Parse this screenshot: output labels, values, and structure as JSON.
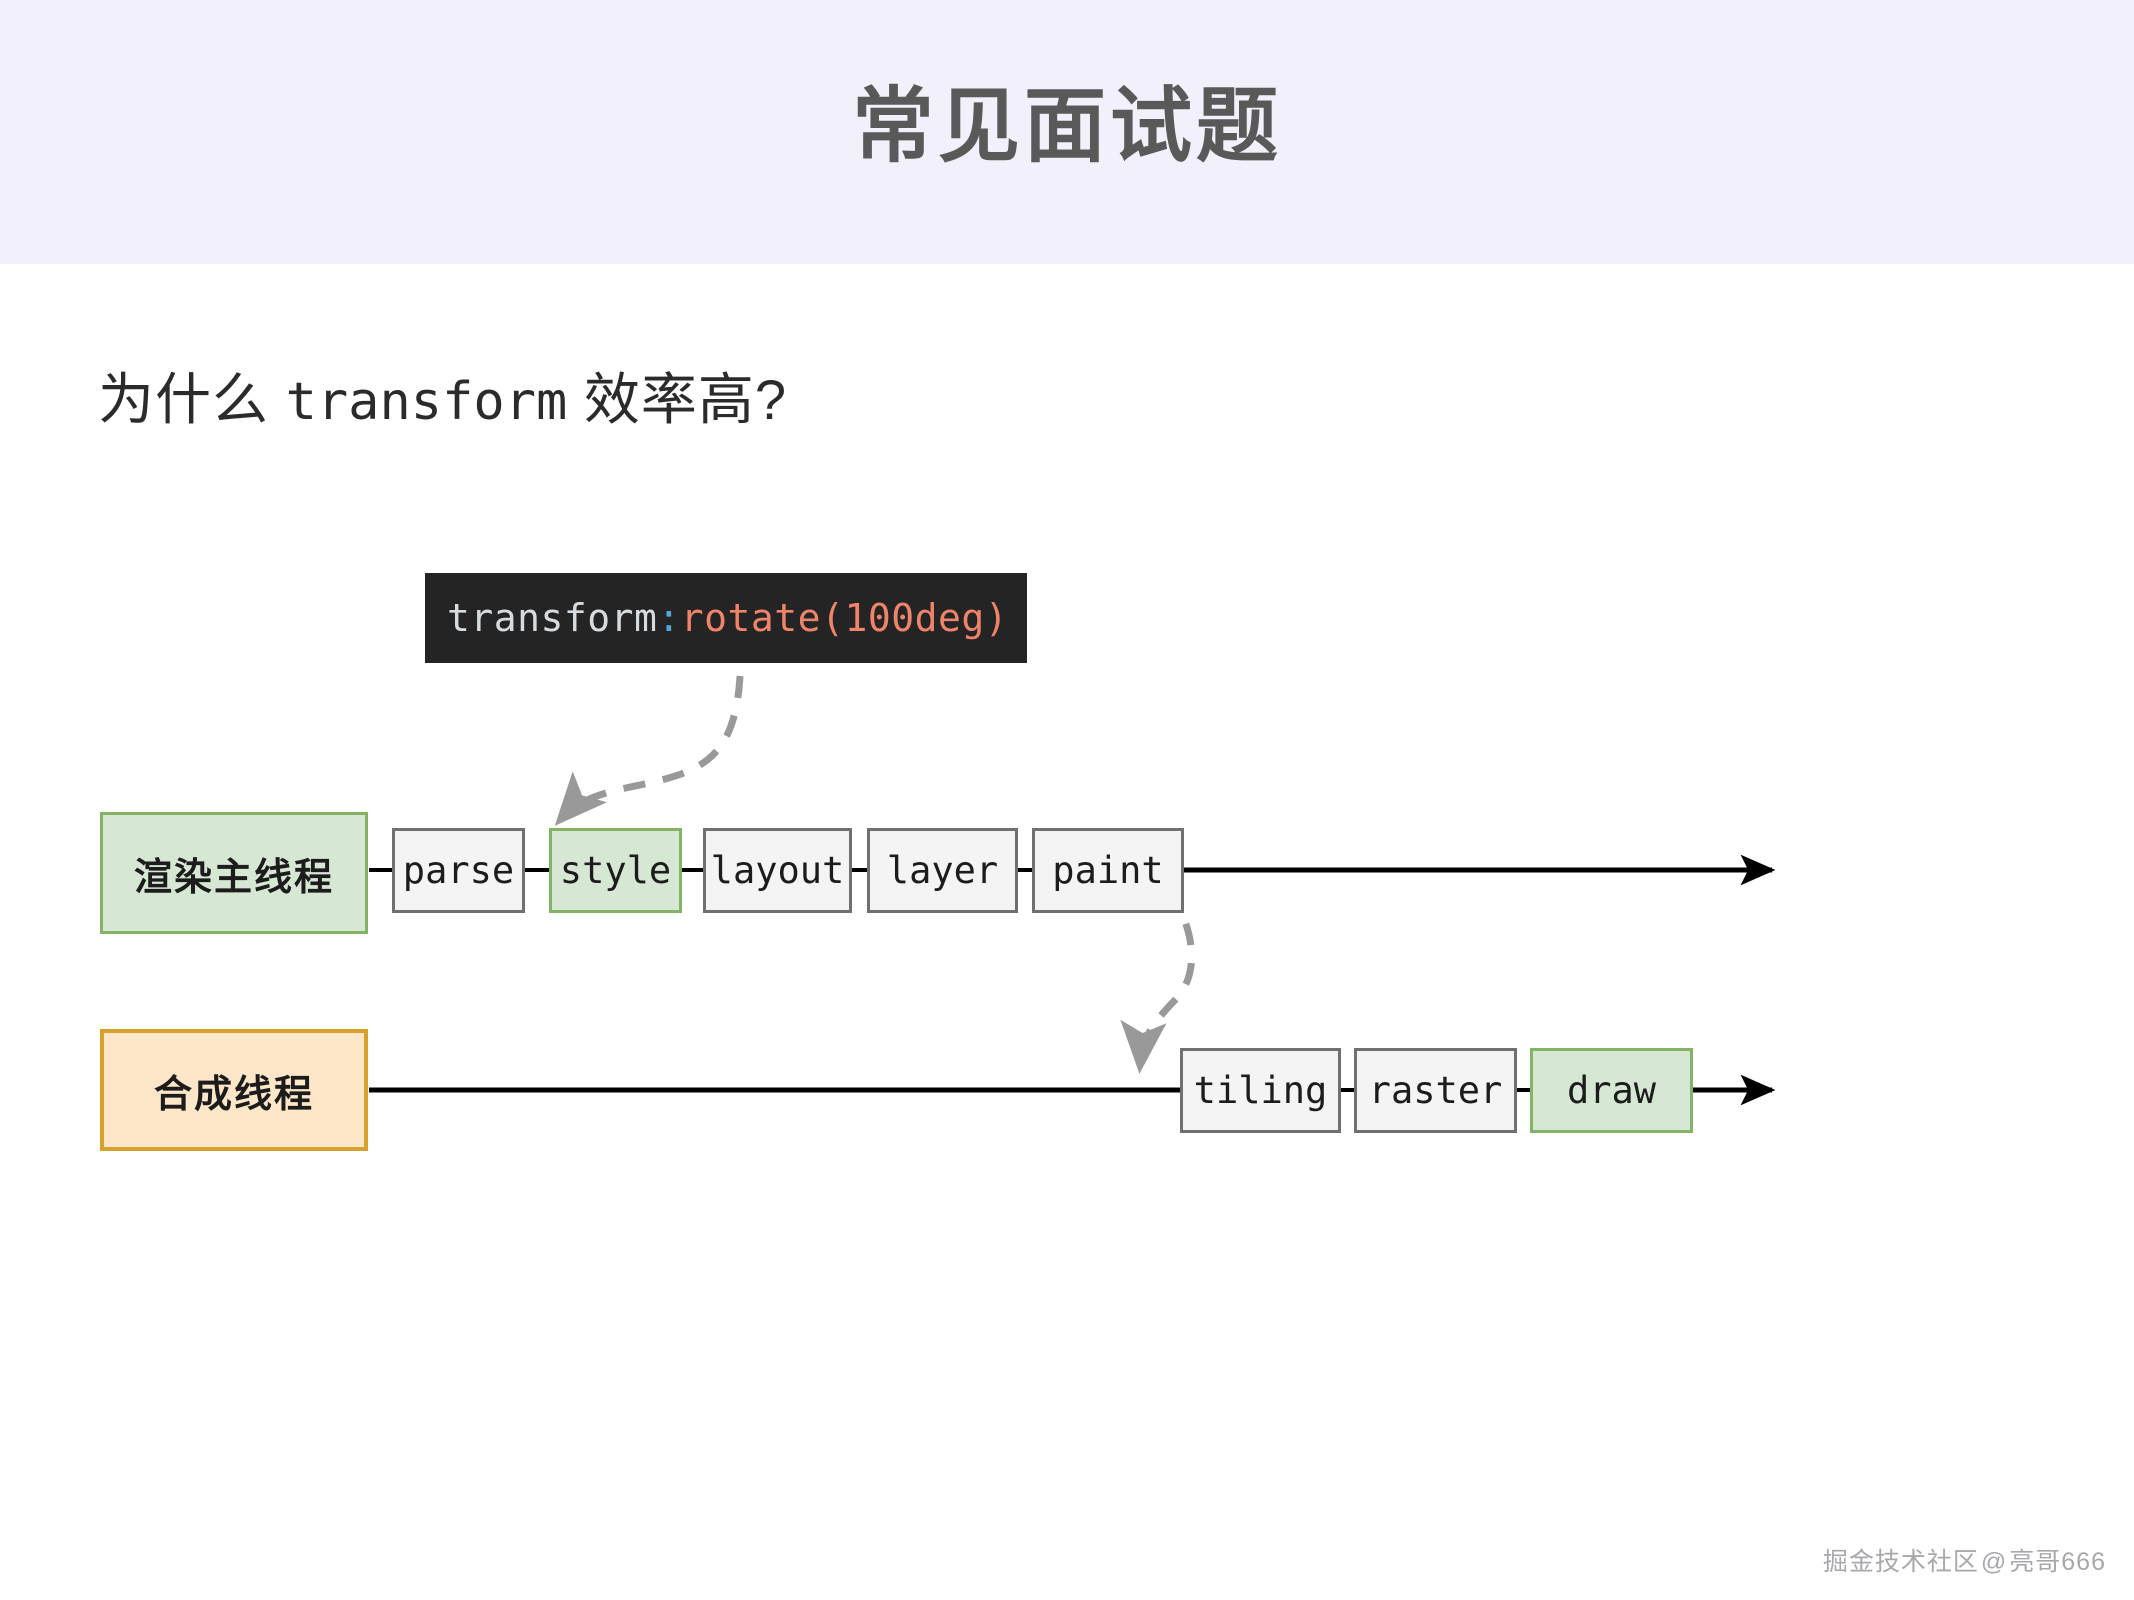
{
  "header": {
    "title": "常见面试题",
    "background_color": "#f2f1fb",
    "title_color": "#595959"
  },
  "subtitle": {
    "prefix": "为什么 ",
    "code": "transform",
    "suffix": " 效率高?"
  },
  "code_chip": {
    "property": "transform",
    "colon": ":",
    "value": " rotate(100deg)",
    "background_color": "#242424",
    "property_color": "#d6dbe0",
    "colon_color": "#56a5d8",
    "value_color": "#f0846a"
  },
  "diagram": {
    "rows": [
      {
        "thread_label": "渲染主线程",
        "thread_style": "green",
        "steps": [
          {
            "label": "parse",
            "highlight": false
          },
          {
            "label": "style",
            "highlight": true
          },
          {
            "label": "layout",
            "highlight": false
          },
          {
            "label": "layer",
            "highlight": false
          },
          {
            "label": "paint",
            "highlight": false
          }
        ]
      },
      {
        "thread_label": "合成线程",
        "thread_style": "orange",
        "steps": [
          {
            "label": "tiling",
            "highlight": false
          },
          {
            "label": "raster",
            "highlight": false
          },
          {
            "label": "draw",
            "highlight": true
          }
        ]
      }
    ],
    "colors": {
      "green_fill": "#d6e8d4",
      "green_border": "#84b366",
      "orange_fill": "#fde7c8",
      "orange_border": "#d6a22b",
      "gray_fill": "#f4f4f4",
      "gray_border": "#707070",
      "connector": "#000000",
      "dashed_arrow": "#999999"
    }
  },
  "watermark": {
    "site": "掘金技术社区",
    "at": "@",
    "author": "亮哥666"
  }
}
